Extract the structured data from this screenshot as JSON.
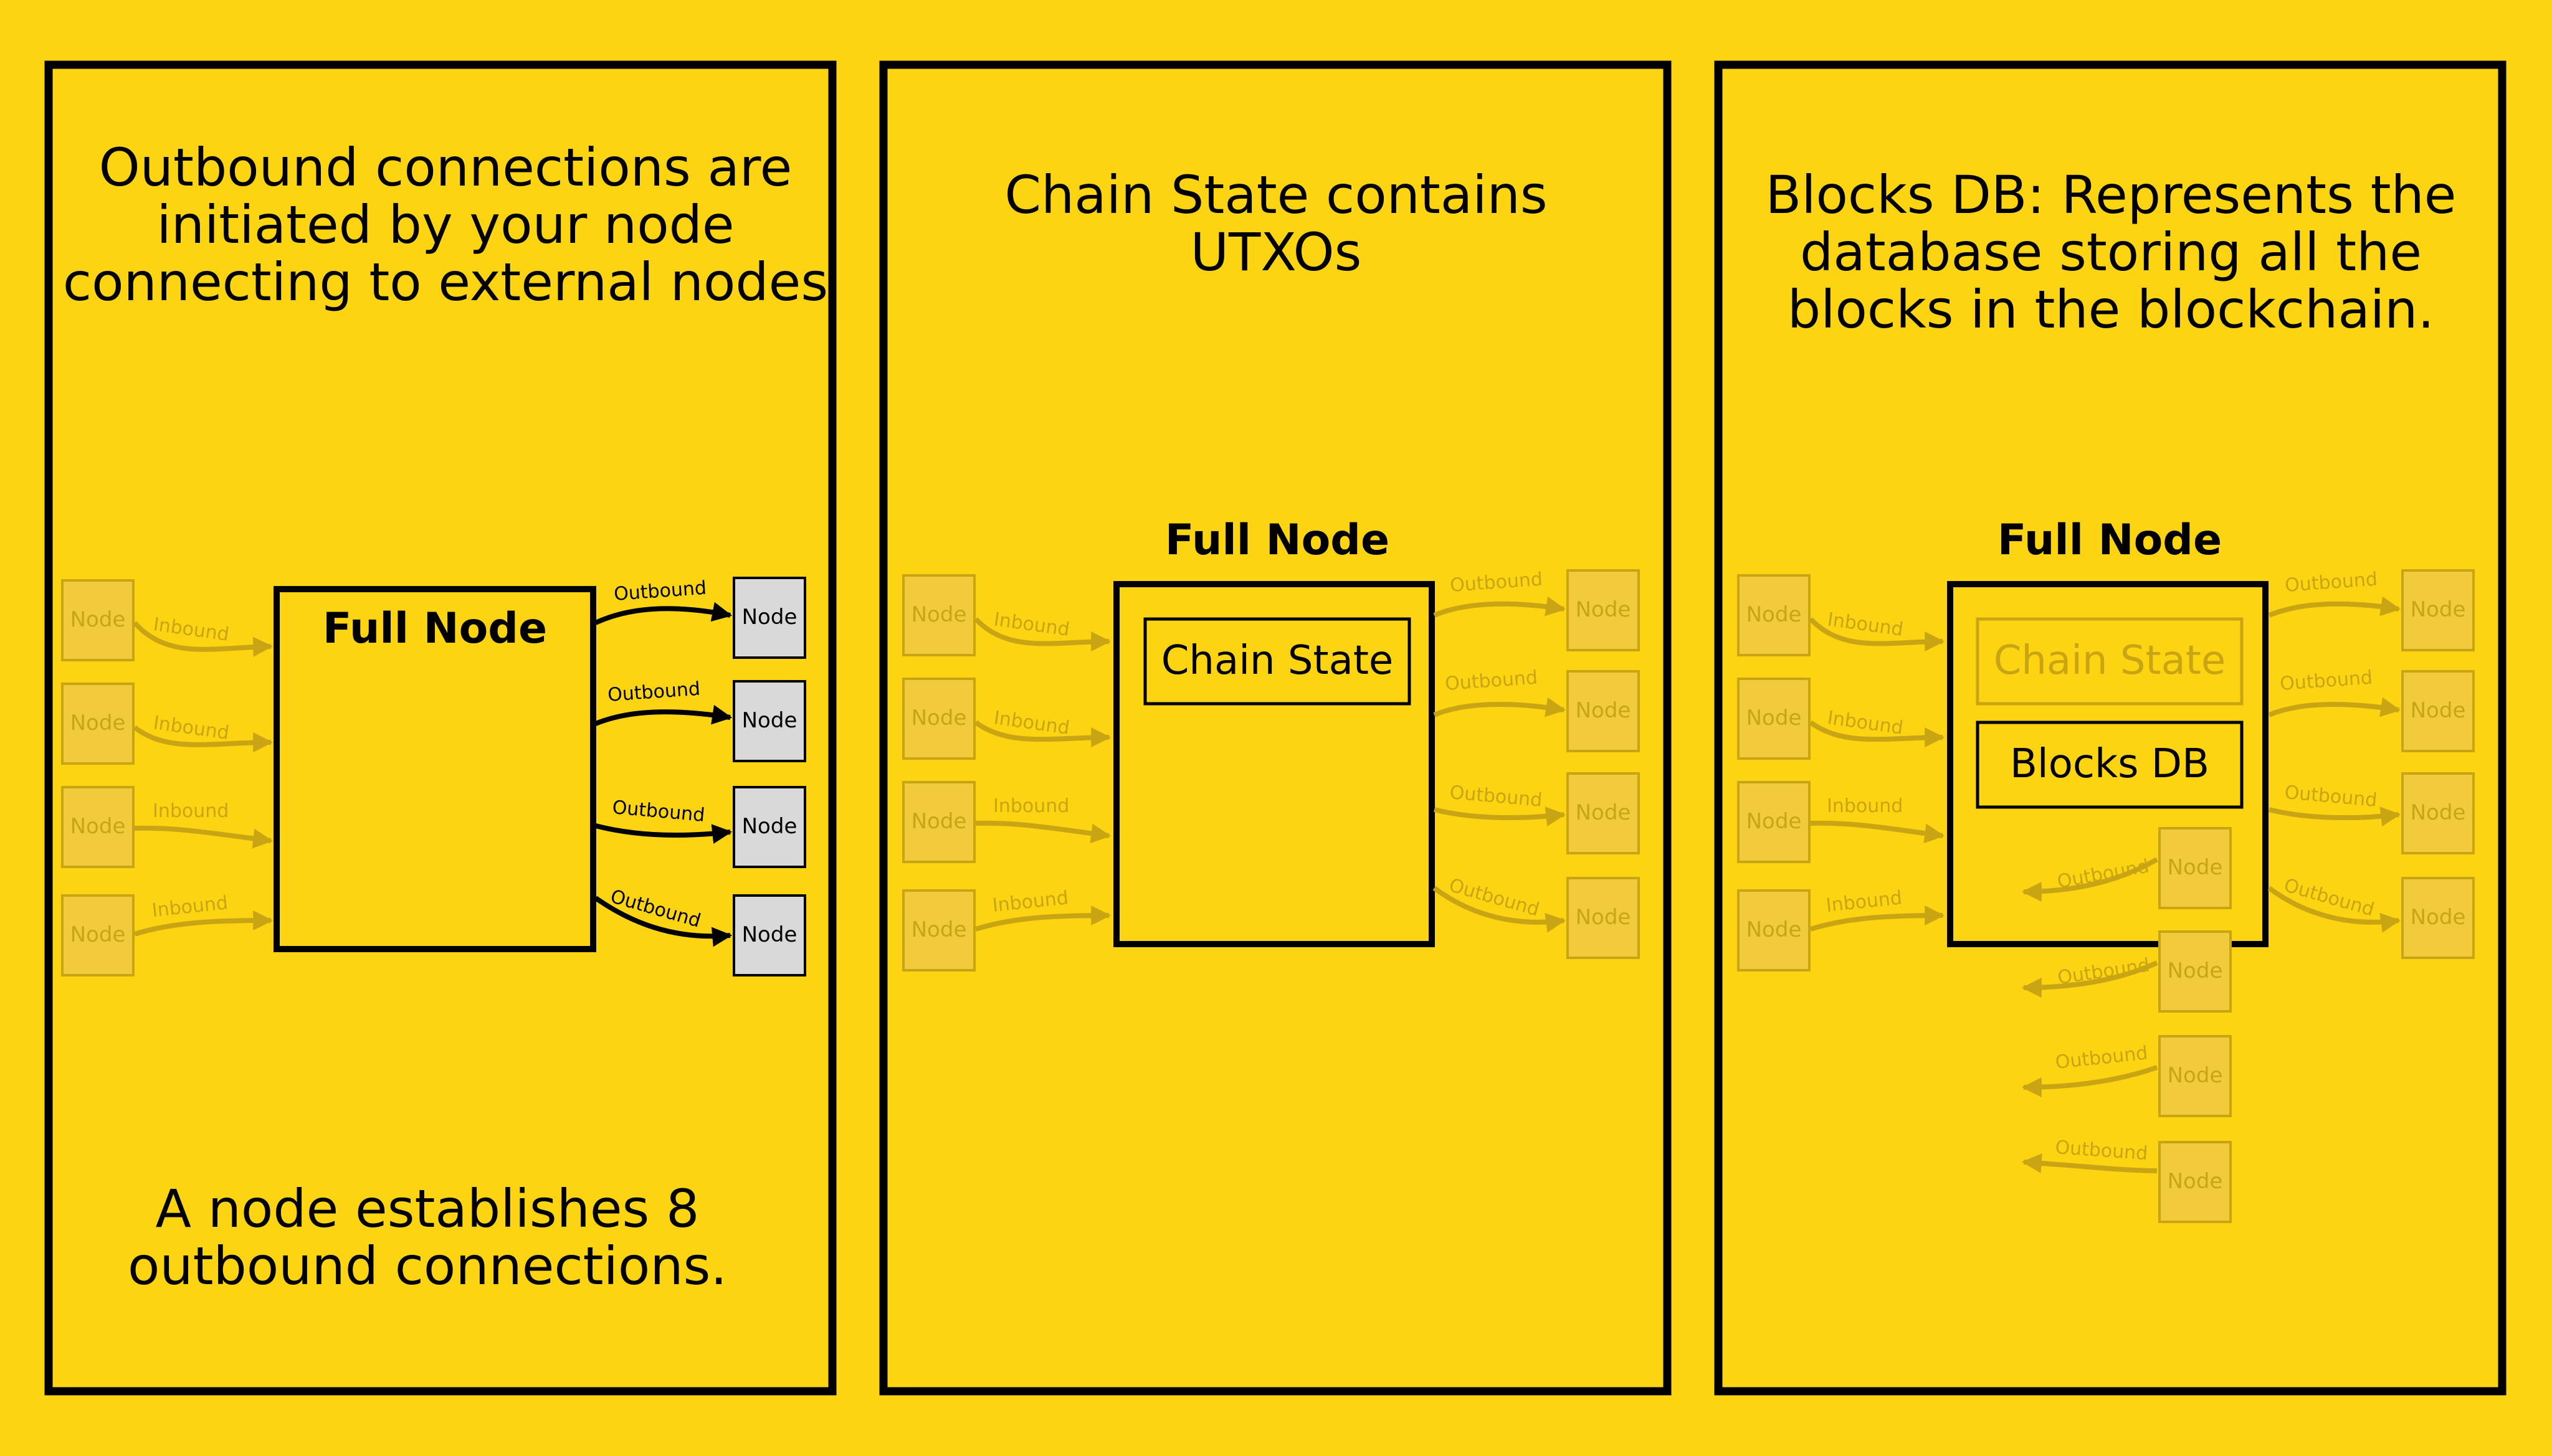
{
  "colors": {
    "background": "#FCD412",
    "ink": "#000000",
    "faded": "#C9A514",
    "faded_box": "#F2CB3A",
    "node_fill": "#D9D9D9"
  },
  "labels": {
    "node": "Node",
    "inbound": "Inbound",
    "outbound": "Outbound",
    "full_node": "Full Node",
    "chain_state": "Chain State",
    "blocks_db": "Blocks DB"
  },
  "panel1": {
    "caption_lines": [
      "Outbound connections are",
      "initiated by your node",
      "connecting to external nodes"
    ],
    "footer_lines": [
      "A node establishes 8",
      "outbound connections."
    ]
  },
  "panel2": {
    "caption_bold": "Chain State",
    "caption_rest": " contains",
    "caption_line2": "UTXOs"
  },
  "panel3": {
    "caption_lines": [
      "Blocks DB: Represents the",
      "database storing all the",
      "blocks in the blockchain."
    ]
  }
}
